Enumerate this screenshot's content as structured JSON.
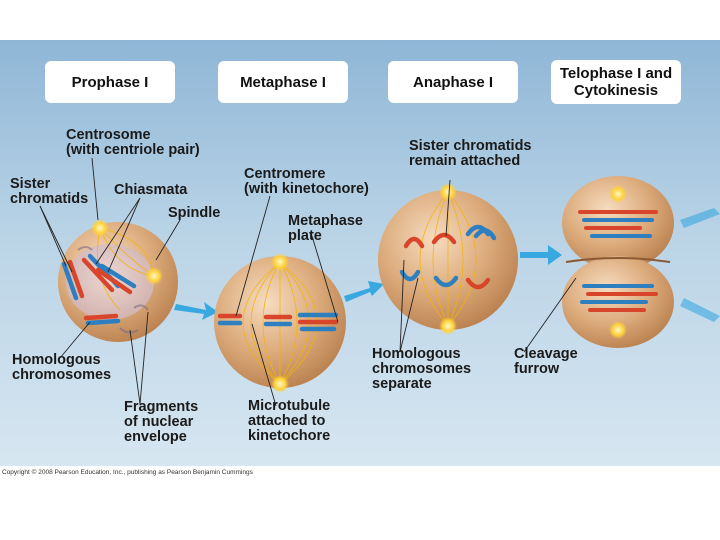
{
  "stages": [
    {
      "id": "prophase",
      "label": "Prophase I"
    },
    {
      "id": "metaphase",
      "label": "Metaphase I"
    },
    {
      "id": "anaphase",
      "label": "Anaphase I"
    },
    {
      "id": "telophase",
      "label": "Telophase I and\nCytokinesis"
    }
  ],
  "labels": {
    "centrosome": "Centrosome\n(with centriole pair)",
    "sister_chromatids": "Sister\nchromatids",
    "chiasmata": "Chiasmata",
    "spindle": "Spindle",
    "homologous_chromosomes": "Homologous\nchromosomes",
    "fragments": "Fragments\nof nuclear\nenvelope",
    "centromere": "Centromere\n(with kinetochore)",
    "metaphase_plate": "Metaphase\nplate",
    "microtubule": "Microtubule\nattached to\nkinetochore",
    "sister_remain": "Sister chromatids\nremain attached",
    "homologous_separate": "Homologous\nchromosomes\nseparate",
    "cleavage": "Cleavage\nfurrow"
  },
  "copyright": "Copyright © 2008 Pearson Education, Inc., publishing as Pearson Benjamin Cummings",
  "colors": {
    "cell": "#d9a877",
    "chromosome_red": "#d8452a",
    "chromosome_blue": "#2d7fc0",
    "arrow": "#29a3df",
    "spindle": "#f3b400"
  }
}
